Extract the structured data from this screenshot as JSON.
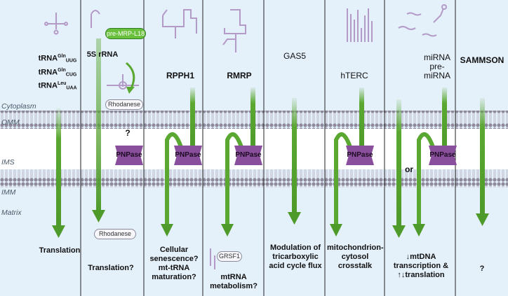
{
  "zones": {
    "cytoplasm": "Cytoplasm",
    "omm": "OMM",
    "ims": "IMS",
    "imm": "IMM",
    "matrix": "Matrix"
  },
  "protein": "PNPase",
  "columns": [
    {
      "name": "tRNAs",
      "trna1_base": "tRNA",
      "trna1_sup": "Gln",
      "trna1_sub": "UUG",
      "trna2_base": "tRNA",
      "trna2_sup": "Gln",
      "trna2_sub": "CUG",
      "trna3_base": "tRNA",
      "trna3_sup": "Leu",
      "trna3_sub": "UAA",
      "outcome": "Translation"
    },
    {
      "name": "5S rRNA",
      "precursor": "pre-MRP-L18",
      "carrier": "Rhodanese",
      "carrier2": "Rhodanese",
      "question": "?",
      "outcome": "Translation?"
    },
    {
      "name": "RPPH1",
      "outcome": "Cellular senescence? mt-tRNA maturation?"
    },
    {
      "name": "RMRP",
      "partner": "GRSF1",
      "outcome": "mtRNA metabolism?"
    },
    {
      "name": "GAS5",
      "outcome": "Modulation of tricarboxylic acid cycle flux"
    },
    {
      "name": "hTERC",
      "outcome": "mitochondrion-cytosol crosstalk"
    },
    {
      "name": "miRNA pre-miRNA",
      "or": "or",
      "outcome": "↓mtDNA transcription & ↑↓translation"
    },
    {
      "name": "SAMMSON",
      "outcome": "?"
    }
  ],
  "colors": {
    "background": "#e4f0fa",
    "arrow": "#5aa832",
    "membrane": "#8e8a9c",
    "pnpase": "#8a4f9c",
    "rna": "#b49ac8"
  }
}
